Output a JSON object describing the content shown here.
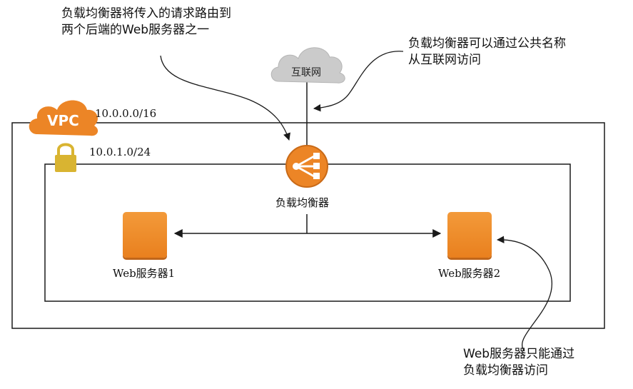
{
  "callouts": {
    "top_left": [
      "负载均衡器将传入的请求路由到",
      "两个后端的Web服务器之一"
    ],
    "top_right": [
      "负载均衡器可以通过公共名称",
      "从互联网访问"
    ],
    "bottom_right": [
      "Web服务器只能通过",
      "负载均衡器访问"
    ]
  },
  "internet": {
    "label": "互联网"
  },
  "vpc": {
    "badge": "VPC",
    "cidr": "10.0.0.0/16"
  },
  "subnet": {
    "cidr": "10.0.1.0/24"
  },
  "load_balancer": {
    "label": "负载均衡器"
  },
  "servers": [
    {
      "label": "Web服务器1"
    },
    {
      "label": "Web服务器2"
    }
  ],
  "colors": {
    "orange": "#ec8526",
    "lock_gold": "#d9b431",
    "cloud_gray": "#c9c9c9",
    "line": "#1a1a1a"
  }
}
